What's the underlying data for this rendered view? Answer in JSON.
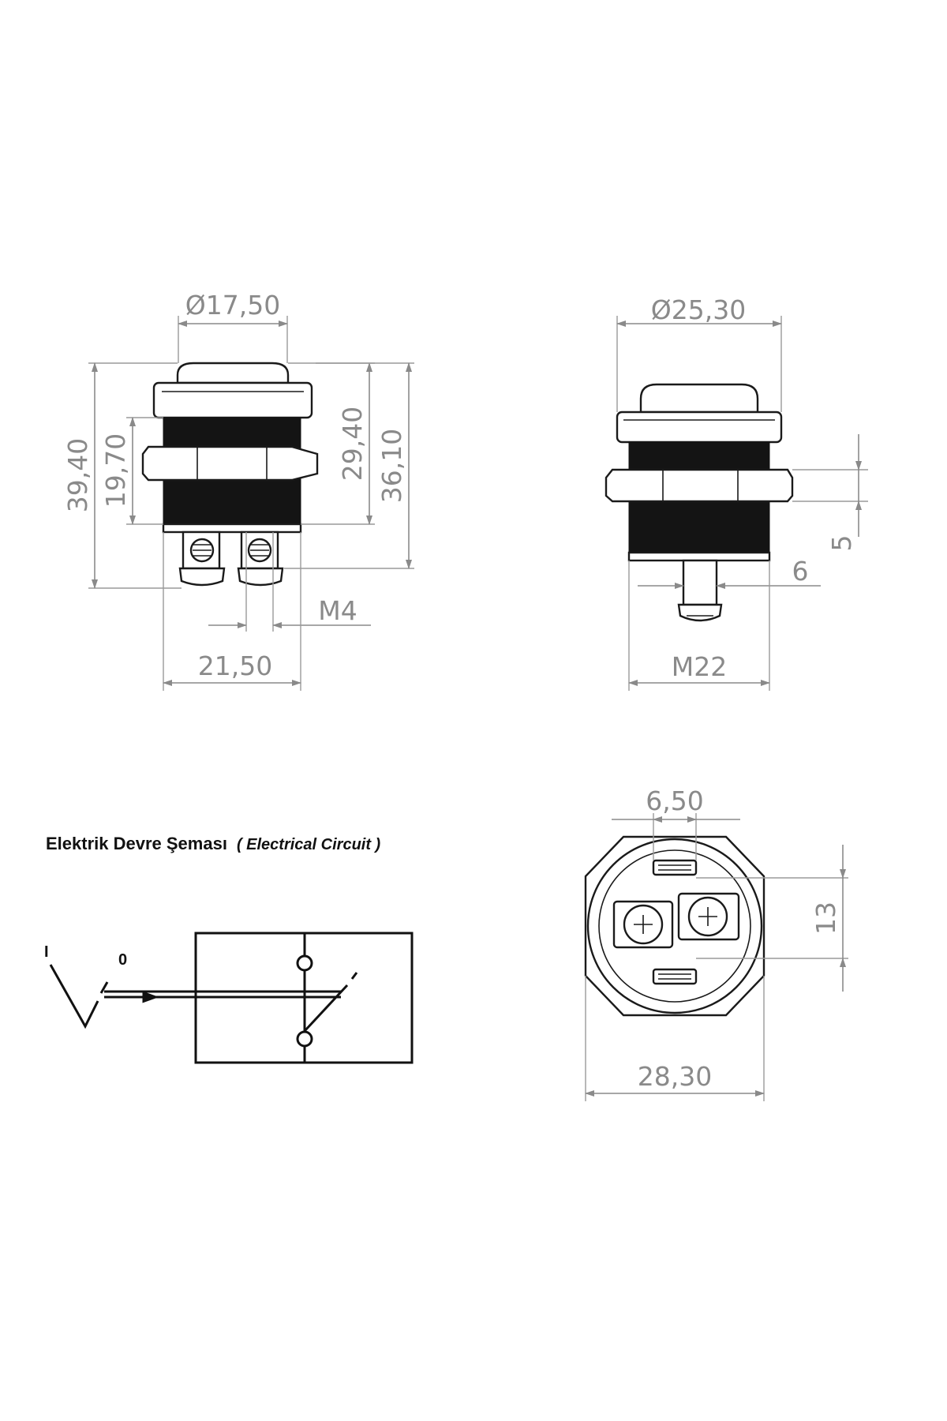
{
  "front_view": {
    "dia_top": "Ø17,50",
    "h_total": "39,40",
    "h_thread": "19,70",
    "h_body": "29,40",
    "h_overall": "36,10",
    "screw": "M4",
    "width_bottom": "21,50"
  },
  "side_view": {
    "dia_top": "Ø25,30",
    "nut_h": "5",
    "term_w": "6",
    "thread": "M22"
  },
  "bottom_view": {
    "term_w": "6,50",
    "term_pitch": "13",
    "nut_width": "28,30"
  },
  "circuit": {
    "title": "Elektrik Devre Şeması",
    "subtitle": "( Electrical Circuit )",
    "pos_on": "I",
    "pos_off": "0"
  }
}
